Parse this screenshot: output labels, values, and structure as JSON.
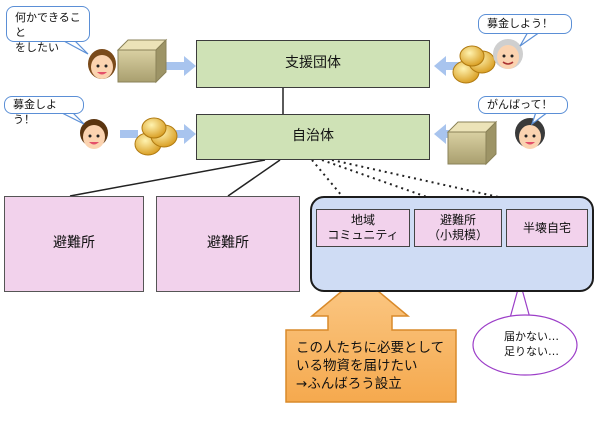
{
  "nodes": {
    "support_group": "支援団体",
    "municipality": "自治体",
    "shelter_1": "避難所",
    "shelter_2": "避難所",
    "community": "地域\nコミュニティ",
    "small_shelter": "避難所\n（小規模）",
    "damaged_home": "半壊自宅"
  },
  "callouts": {
    "top_left": "何かできること\nをしたい",
    "top_right": "募金しよう！",
    "mid_left": "募金しよう！",
    "mid_right": "がんばって！",
    "not_enough": "届かない…\n足りない…"
  },
  "arrow_box_text": "この人たちに必要として\nいる物資を届けたい\n→ふんばろう設立",
  "icons": [
    "person-icon",
    "box-icon",
    "coins-icon"
  ],
  "colors": {
    "green_box": "#cfe2b6",
    "pink_box": "#f2d2ec",
    "panel_blue": "#cfdcf4",
    "orange_arrow": "#f8ba6e",
    "flow_arrow": "#a8c4ee",
    "callout_border": "#5b8fd6"
  }
}
